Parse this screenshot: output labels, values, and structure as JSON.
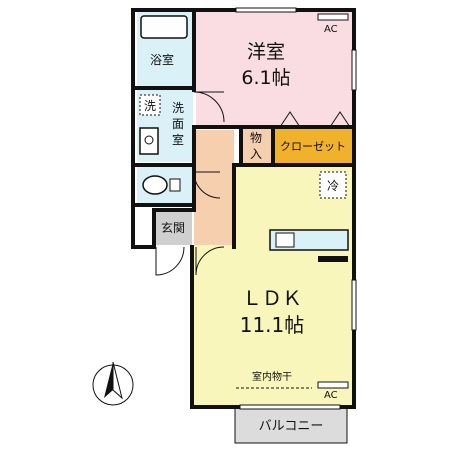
{
  "rooms": {
    "western": {
      "name": "洋室",
      "size": "6.1帖",
      "ac": "AC"
    },
    "ldk": {
      "name": "ＬＤＫ",
      "size": "11.1帖",
      "ac": "AC",
      "drying": "室内物干"
    },
    "bath": {
      "name": "浴室"
    },
    "washroom": {
      "name": "洗面室",
      "washer": "洗"
    },
    "closet": {
      "name": "クローゼット"
    },
    "storage": {
      "name": "物入"
    },
    "entrance": {
      "name": "玄関"
    },
    "balcony": {
      "name": "バルコニー"
    },
    "fridge": "冷"
  },
  "colors": {
    "western": "#f9dde3",
    "ldk": "#f8f6ba",
    "wet_area": "#d9f1f7",
    "hall": "#f6cfae",
    "closet": "#f2b12a",
    "entrance": "#cfcfcf",
    "balcony": "#dcdcdc",
    "wall": "#111111"
  },
  "north_icon": "north-arrow-icon"
}
